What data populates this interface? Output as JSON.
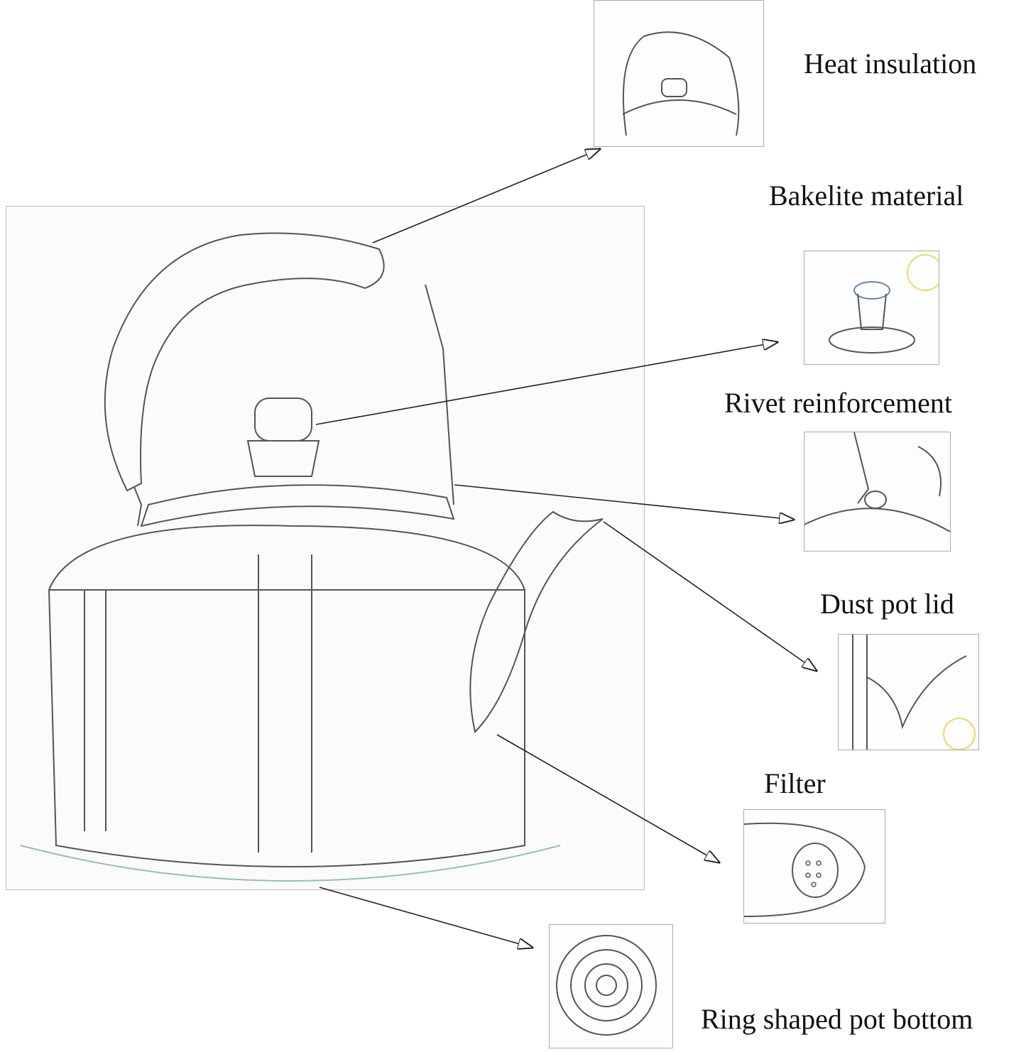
{
  "labels": {
    "heat_insulation": "Heat insulation",
    "bakelite_material": "Bakelite material",
    "rivet_reinforcement": "Rivet reinforcement",
    "dust_pot_lid": "Dust pot lid",
    "filter": "Filter",
    "ring_bottom": "Ring shaped pot bottom"
  },
  "colors": {
    "line": "#222222",
    "frame": "#bbbbbb",
    "accent": "#e8d870"
  }
}
